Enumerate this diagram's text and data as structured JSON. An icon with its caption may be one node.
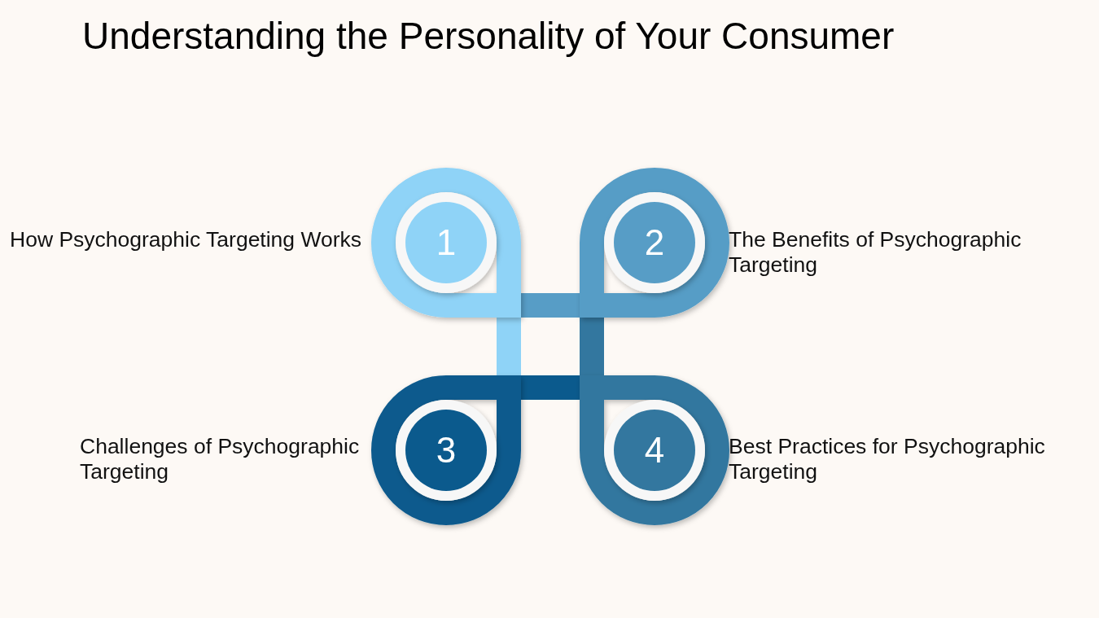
{
  "diagram": {
    "title": "Understanding the Personality of Your Consumer",
    "nodes": [
      {
        "text": [
          "1"
        ],
        "beside": [
          "How Psychographic Targeting Works"
        ]
      },
      {
        "text": [
          "2"
        ],
        "beside": [
          "The Benefits of Psychographic Targeting"
        ]
      },
      {
        "text": [
          "3"
        ],
        "beside": [
          "Challenges of Psychographic Targeting"
        ]
      },
      {
        "text": [
          "4"
        ],
        "beside": [
          "Best Practices for Psychographic Targeting"
        ]
      }
    ]
  }
}
